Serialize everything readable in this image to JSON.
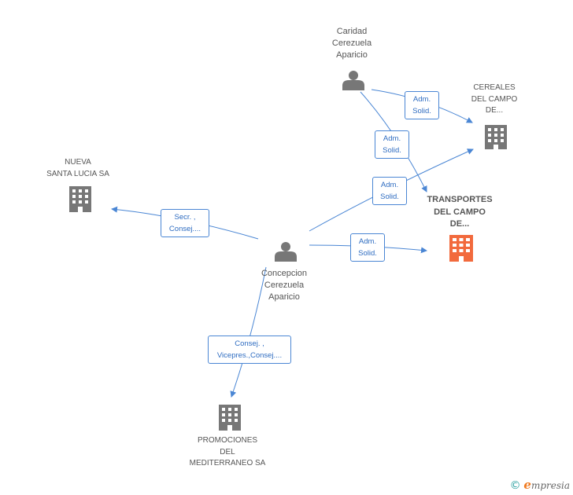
{
  "nodes": {
    "caridad": {
      "label": "Caridad\nCerezuela\nAparicio"
    },
    "cereales": {
      "label": "CEREALES\nDEL CAMPO\nDE..."
    },
    "nueva": {
      "label": "NUEVA\nSANTA LUCIA SA"
    },
    "transportes": {
      "label": "TRANSPORTES\nDEL CAMPO\nDE..."
    },
    "concepcion": {
      "label": "Concepcion\nCerezuela\nAparicio"
    },
    "promociones": {
      "label": "PROMOCIONES\nDEL\nMEDITERRANEO SA"
    }
  },
  "edges": {
    "caridad_cereales": "Adm.\nSolid.",
    "caridad_transportes": "Adm.\nSolid.",
    "concepcion_cereales": "Adm.\nSolid.",
    "concepcion_transportes": "Adm.\nSolid.",
    "concepcion_nueva": "Secr. ,\nConsej....",
    "concepcion_promociones": "Consej. ,\nVicepres.,Consej...."
  },
  "footer": {
    "copyright": "©",
    "brand_first": "e",
    "brand_rest": "mpresia"
  },
  "colors": {
    "edge": "#4a86d4",
    "person": "#777777",
    "company": "#777777",
    "highlight": "#f26a3d"
  },
  "icons": {
    "person": "person-icon",
    "company": "building-icon"
  }
}
